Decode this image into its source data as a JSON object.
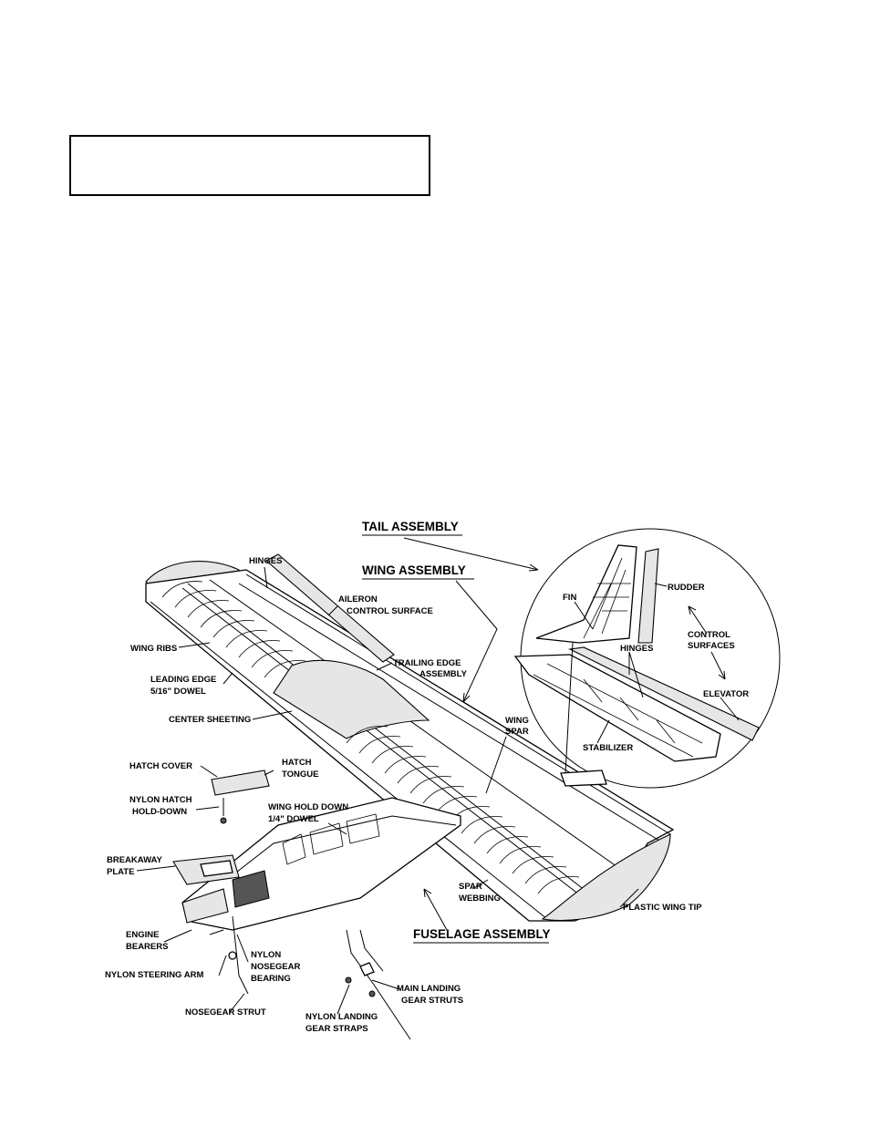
{
  "title_box": {
    "text": ""
  },
  "headings": {
    "tail": "TAIL ASSEMBLY",
    "wing": "WING ASSEMBLY",
    "fuselage": "FUSELAGE ASSEMBLY"
  },
  "labels": {
    "hinges_wing": "HINGES",
    "aileron_1": "AILERON",
    "aileron_2": "CONTROL SURFACE",
    "wing_ribs": "WING RIBS",
    "trailing_1": "TRAILING EDGE",
    "trailing_2": "ASSEMBLY",
    "leading_1": "LEADING EDGE",
    "leading_2": "5/16\" DOWEL",
    "center_sheeting": "CENTER SHEETING",
    "wing_spar_1": "WING",
    "wing_spar_2": "SPAR",
    "hatch_cover": "HATCH COVER",
    "hatch_tongue_1": "HATCH",
    "hatch_tongue_2": "TONGUE",
    "nylon_hatch_1": "NYLON HATCH",
    "nylon_hatch_2": "HOLD-DOWN",
    "wing_hold_1": "WING HOLD DOWN",
    "wing_hold_2": "1/4\" DOWEL",
    "breakaway_1": "BREAKAWAY",
    "breakaway_2": "PLATE",
    "spar_webbing_1": "SPAR",
    "spar_webbing_2": "WEBBING",
    "plastic_wing_tip": "PLASTIC WING TIP",
    "engine_bearers_1": "ENGINE",
    "engine_bearers_2": "BEARERS",
    "nylon_nosegear_1": "NYLON",
    "nylon_nosegear_2": "NOSEGEAR",
    "nylon_nosegear_3": "BEARING",
    "nylon_steering_arm": "NYLON STEERING ARM",
    "nosegear_strut": "NOSEGEAR STRUT",
    "main_gear_1": "MAIN LANDING",
    "main_gear_2": "GEAR STRUTS",
    "nylon_straps_1": "NYLON LANDING",
    "nylon_straps_2": "GEAR STRAPS",
    "fin": "FIN",
    "rudder": "RUDDER",
    "hinges_tail": "HINGES",
    "control_1": "CONTROL",
    "control_2": "SURFACES",
    "elevator": "ELEVATOR",
    "stabilizer": "STABILIZER"
  }
}
